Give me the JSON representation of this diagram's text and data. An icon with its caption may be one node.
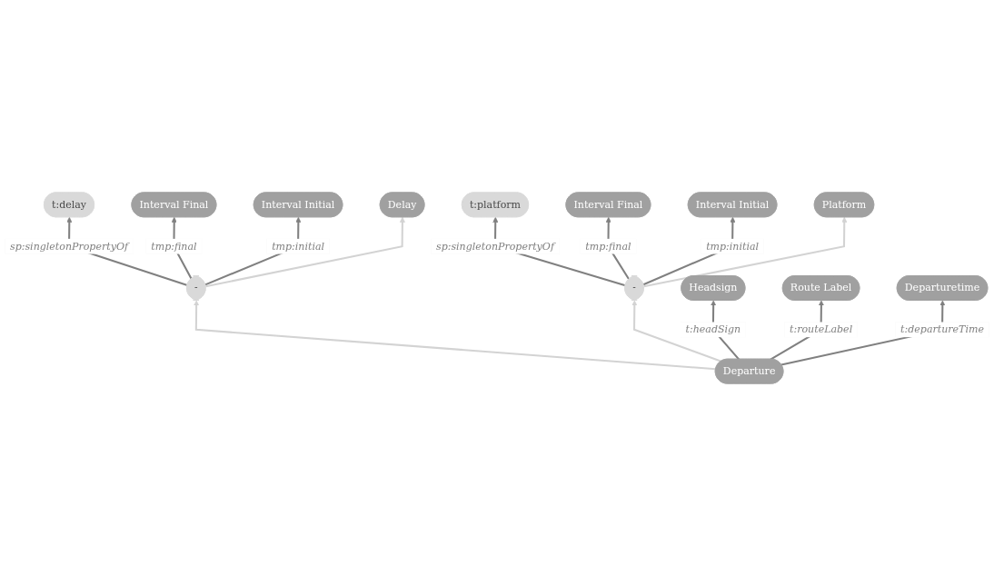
{
  "diagram": {
    "nodes": [
      {
        "text": [
          "t:delay"
        ]
      },
      {
        "text": [
          "t:platform"
        ]
      },
      {
        "text": [
          "Interval Final"
        ]
      },
      {
        "text": [
          "Interval Final"
        ]
      },
      {
        "text": [
          "Interval Initial"
        ]
      },
      {
        "text": [
          "Interval Initial"
        ]
      },
      {
        "text": [
          "Delay"
        ]
      },
      {
        "text": [
          "-"
        ]
      },
      {
        "text": [
          "-"
        ]
      },
      {
        "text": [
          "Platform"
        ]
      },
      {
        "text": [
          "Headsign"
        ]
      },
      {
        "text": [
          "Departure"
        ]
      },
      {
        "text": [
          "Route Label"
        ]
      },
      {
        "text": [
          "Departuretime"
        ]
      }
    ],
    "edges": [
      {
        "from": 7,
        "to": 0,
        "arrow": "to",
        "label": "sp:singletonPropertyOf"
      },
      {
        "from": 7,
        "to": 2,
        "arrow": "to",
        "label": "tmp:final"
      },
      {
        "from": 7,
        "to": 4,
        "arrow": "to",
        "label": "tmp:initial"
      },
      {
        "from": 7,
        "to": 6,
        "arrow": "to",
        "color": "#d3d3d3"
      },
      {
        "from": 8,
        "to": 1,
        "arrow": "to",
        "label": "sp:singletonPropertyOf"
      },
      {
        "from": 8,
        "to": 3,
        "arrow": "to",
        "label": "tmp:final"
      },
      {
        "from": 8,
        "to": 5,
        "arrow": "to",
        "label": "tmp:initial"
      },
      {
        "from": 8,
        "to": 9,
        "arrow": "to",
        "color": "#d3d3d3"
      },
      {
        "from": 11,
        "to": 7,
        "arrow": "to",
        "color": "#d3d3d3"
      },
      {
        "from": 11,
        "to": 8,
        "arrow": "to",
        "color": "#d3d3d3"
      },
      {
        "from": 11,
        "to": 10,
        "arrow": "to",
        "label": "t:headSign"
      },
      {
        "from": 11,
        "to": 12,
        "arrow": "to",
        "label": "t:routeLabel"
      },
      {
        "from": 11,
        "to": 13,
        "arrow": "to",
        "label": "t:departureTime"
      }
    ]
  }
}
